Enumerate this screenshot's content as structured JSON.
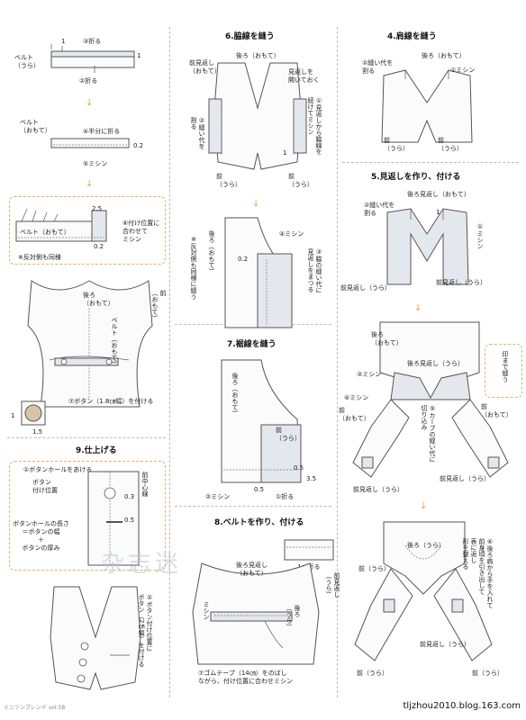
{
  "belt1": {
    "top_fold": "③折る",
    "belt_back": "ベルト\n（うら）",
    "fold2": "②折る",
    "n1a": "1",
    "n1b": "1"
  },
  "belt2": {
    "label": "ベルト\n（おもて）",
    "half_fold": "④半分に折る",
    "val": "0.2",
    "machine": "⑤ミシン"
  },
  "belt3": {
    "label": "ベルト（おもて）",
    "val25": "2.5",
    "val02": "0.2",
    "attach": "⑥付け位置に\n合わせて\nミシン",
    "note": "※反対側も同様"
  },
  "back_body": {
    "back": "後ろ\n（おもて）",
    "front": "前\n（おもて）",
    "belt": "ベルト（おもて）",
    "button": "⑦ボタン（1.8㎝幅）を付ける",
    "d1": "1",
    "d15": "1.5"
  },
  "finish": {
    "title": "9.仕上げる",
    "buttonhole": "①ボタンホールをあける",
    "btn_pos": "ボタン\n付け位置",
    "center": "前中心線",
    "val03": "0.3",
    "val05": "0.5",
    "hole_len": "ボタンホールの長さ\n＝ボタンの幅\n＋\nボタンの厚み",
    "sew_btn": "②ボタン付け位置に\nボタン（2㎝幅）を付ける"
  },
  "side": {
    "title": "6.脇線を縫う",
    "facing_back": "前見返し\n（おもて）",
    "back_top": "後ろ（おもて）",
    "open_facing": "見返しを\n開いておく",
    "cut_allow": "②縫い代を\n割る",
    "cont": "①見返しから脇線を\n続けてミシン",
    "front_back1": "前\n（うら）",
    "front_back2": "前\n（うら）",
    "n1": "1"
  },
  "side2": {
    "back_out": "後ろ（おもて）",
    "val02": "0.2",
    "machine": "④ミシン",
    "same": "※反対側も同様に縫う",
    "allow": "③脇の縫い代に\n見返しをまつる"
  },
  "hem": {
    "title": "7.裾線を縫う",
    "back_out": "後ろ（おもて）",
    "front_back": "前\n（うら）",
    "v05a": "0.5",
    "v05b": "0.5",
    "v35": "3.5",
    "machine": "②ミシン",
    "fold": "①折る"
  },
  "belt_attach": {
    "title": "8.ベルトを作り、付ける",
    "back_facing": "後ろ見返し\n（おもて）",
    "fold1": "1㎝折る",
    "front_facing": "前見返し\n（うら）",
    "machine": "ミシン",
    "back_in": "後ろ\n（うら）",
    "elastic": "⑦ゴムテープ（14㎝）をのばし\nながら、付け位置に合わせミシン"
  },
  "shoulder": {
    "title": "4.肩線を縫う",
    "cut": "②縫い代を\n割る",
    "back_out": "後ろ（おもて）",
    "machine": "①ミシン",
    "front1": "前\n（うら）",
    "front2": "前\n（うら）"
  },
  "facing": {
    "title": "5.見返しを作り、付ける",
    "back_facing": "後ろ見返し（おもて）",
    "cut": "②縫い代を\n割る",
    "n1": "1",
    "machine": "①ミシン",
    "front_facing_l": "前見返し（うら）",
    "front_facing_r": "前見返し（うら）"
  },
  "facing2": {
    "back_out": "後ろ\n（おもて）",
    "back_facing_in": "後ろ見返し（うら）",
    "mark": "印まで縫う",
    "machine3": "③ミシン",
    "machine4": "④ミシン",
    "front_l": "前\n（おもて）",
    "front_r": "前\n（おもて）",
    "curve": "⑤カーブの縫い代に\n切り込み",
    "ff_l": "前見返し（うら）",
    "ff_r": "前見返し（うら）"
  },
  "facing3": {
    "back_in": "後ろ（うら）",
    "turn": "⑥後ろ肩から手を入れて\n前身頃を引き出して\n表に返し\n形を整える",
    "front_in": "前（うら）",
    "ff_in": "前見返し（うら）",
    "front_in2": "前（うら）",
    "front_in3": "前（うら）"
  },
  "footer": {
    "left": "ミニツンブレンド vol.58",
    "right": "tljzhou2010.blog.163.com"
  },
  "watermark": "杂志迷"
}
